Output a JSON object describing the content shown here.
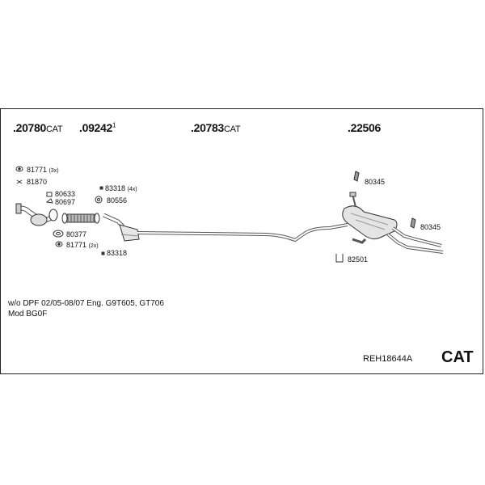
{
  "part_numbers": {
    "p1": {
      "num": ".20780",
      "suffix": "CAT"
    },
    "p2": {
      "num": ".09242",
      "sup": "1"
    },
    "p3": {
      "num": ".20783",
      "suffix": "CAT"
    },
    "p4": {
      "num": ".22506"
    }
  },
  "hardware": {
    "h81771a": {
      "code": "81771",
      "qty": "(3x)"
    },
    "h81870": {
      "code": "81870"
    },
    "h80633": {
      "code": "80633"
    },
    "h80697": {
      "code": "80697"
    },
    "h83318a": {
      "code": "83318",
      "qty": "(4x)"
    },
    "h80556": {
      "code": "80556"
    },
    "h80377": {
      "code": "80377"
    },
    "h81771b": {
      "code": "81771",
      "qty": "(2x)"
    },
    "h83318b": {
      "code": "83318"
    },
    "h80345a": {
      "code": "80345"
    },
    "h80345b": {
      "code": "80345"
    },
    "h82501": {
      "code": "82501"
    }
  },
  "specs": {
    "line1": "w/o DPF   02/05-08/07   Eng.  G9T605, GT706",
    "line2": "Mod BG0F"
  },
  "reference": "REH18644A",
  "category": "CAT"
}
